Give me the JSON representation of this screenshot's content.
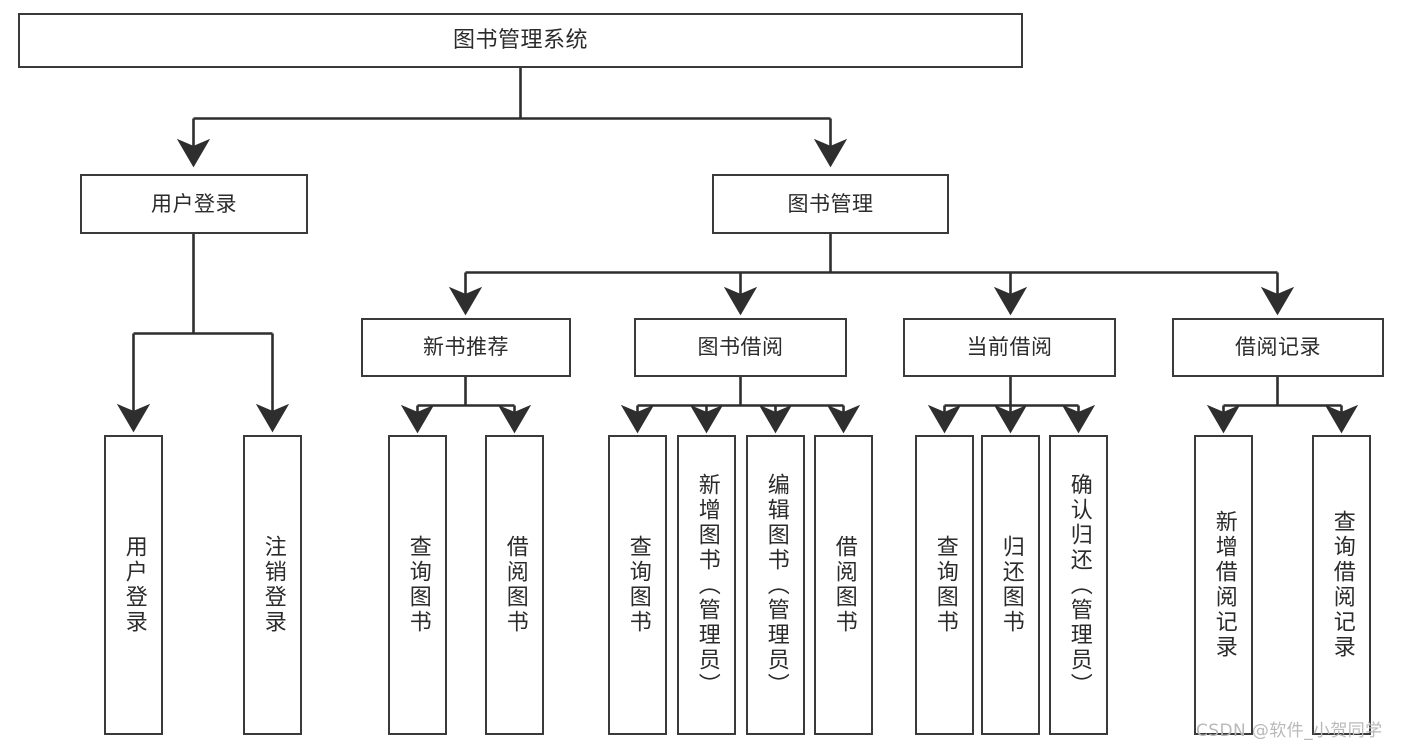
{
  "diagram": {
    "title": "图书管理系统",
    "type": "功能结构图",
    "colors": {
      "box_border": "#3a3a3a",
      "box_fill": "#ffffff",
      "edge": "#2e2e2e",
      "text": "#2b2b2b",
      "background": "#ffffff",
      "watermark": "#b9b9b9"
    },
    "levels": {
      "root": {
        "label": "图书管理系统"
      },
      "level2": [
        {
          "id": "user-login",
          "label": "用户登录"
        },
        {
          "id": "book-manage",
          "label": "图书管理"
        }
      ],
      "level3": [
        {
          "id": "new-book-rec",
          "label": "新书推荐"
        },
        {
          "id": "book-borrow",
          "label": "图书借阅"
        },
        {
          "id": "current-borrow",
          "label": "当前借阅"
        },
        {
          "id": "borrow-record",
          "label": "借阅记录"
        }
      ],
      "leaves": {
        "user-login": [
          {
            "id": "leaf-user-login",
            "label": "用户登录"
          },
          {
            "id": "leaf-logout",
            "label": "注销登录"
          }
        ],
        "new-book-rec": [
          {
            "id": "leaf-query-book-1",
            "label": "查询图书"
          },
          {
            "id": "leaf-borrow-book-1",
            "label": "借阅图书"
          }
        ],
        "book-borrow": [
          {
            "id": "leaf-query-book-2",
            "label": "查询图书"
          },
          {
            "id": "leaf-add-book",
            "label": "新增图书（管理员）"
          },
          {
            "id": "leaf-edit-book",
            "label": "编辑图书（管理员）"
          },
          {
            "id": "leaf-borrow-book-2",
            "label": "借阅图书"
          }
        ],
        "current-borrow": [
          {
            "id": "leaf-query-book-3",
            "label": "查询图书"
          },
          {
            "id": "leaf-return-book",
            "label": "归还图书"
          },
          {
            "id": "leaf-confirm-return",
            "label": "确认归还（管理员）"
          }
        ],
        "borrow-record": [
          {
            "id": "leaf-add-record",
            "label": "新增借阅记录"
          },
          {
            "id": "leaf-query-record",
            "label": "查询借阅记录"
          }
        ]
      }
    },
    "watermark": "CSDN @软件_小贺同学"
  }
}
